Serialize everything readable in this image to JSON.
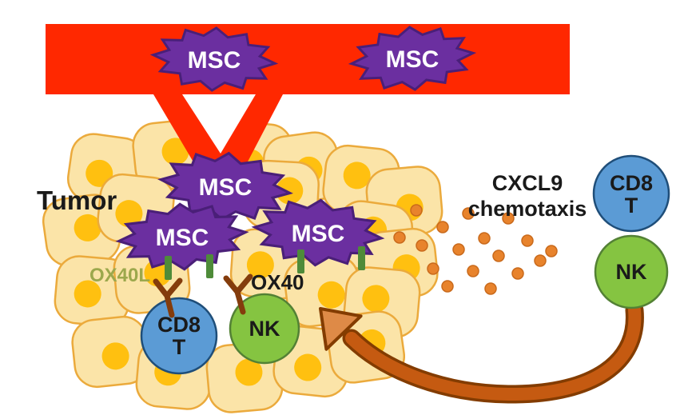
{
  "labels": {
    "vessel_msc_1": "MSC",
    "vessel_msc_2": "MSC",
    "tumor": "Tumor",
    "tumor_msc_1": "MSC",
    "tumor_msc_2": "MSC",
    "tumor_msc_3": "MSC",
    "ox40l": "OX40L",
    "ox40": "OX40",
    "cd8t_tumor_line1": "CD8",
    "cd8t_tumor_line2": "T",
    "nk_tumor": "NK",
    "chemo_line1": "CXCL9",
    "chemo_line2": "chemotaxis",
    "cd8t_right_line1": "CD8",
    "cd8t_right_line2": "T",
    "nk_right": "NK"
  },
  "colors": {
    "vessel_red": "#FF2800",
    "msc_purple": "#6B2FA0",
    "msc_purple_dark": "#4A1F78",
    "tumor_cell_fill": "#FBE4A8",
    "tumor_cell_border": "#EBAA3C",
    "nucleus_orange": "#FFC010",
    "cd8t_blue": "#5B9BD5",
    "cd8t_blue_dark": "#1F4E79",
    "nk_green": "#85C441",
    "nk_green_dark": "#538135",
    "ligand_green": "#4E8B39",
    "receptor_brown": "#843C0C",
    "dot_orange": "#E8832C",
    "dot_orange_dark": "#C96A1C",
    "arrow_brown": "#C55A11",
    "arrow_brown_dark": "#833C00",
    "arrow_head_fill": "#DE8A47",
    "ox40l_text": "#9CA84C",
    "text_black": "#1A1A1A"
  }
}
